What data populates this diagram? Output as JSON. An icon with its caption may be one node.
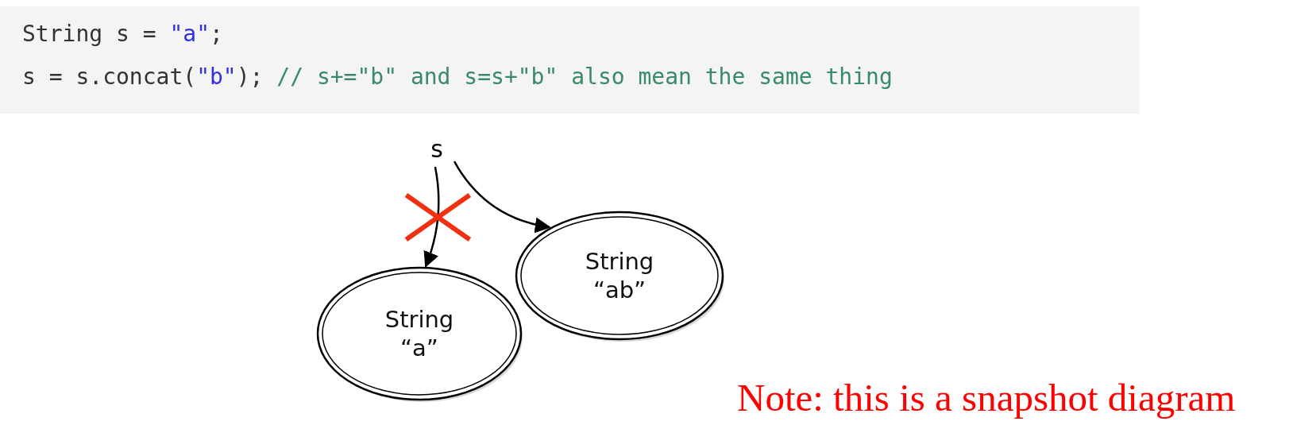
{
  "diagram": {
    "nodes": [
      {
        "text": [
          "s"
        ]
      },
      {
        "text": [
          "String",
          "“a”"
        ]
      },
      {
        "text": [
          "String",
          "“ab”"
        ]
      }
    ],
    "edges": [
      {
        "from": 0,
        "to": 1,
        "arrow": "to"
      },
      {
        "from": 0,
        "to": 2,
        "arrow": "to"
      }
    ],
    "labels": [
      "String s = \"a\";",
      "s = s.concat(\"b\"); // s+=\"b\" and s=s+\"b\" also mean the same thing",
      "Note: this is a snapshot diagram"
    ]
  }
}
